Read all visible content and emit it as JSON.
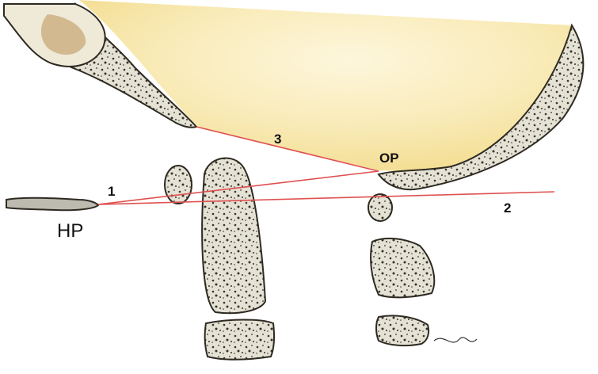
{
  "labels": {
    "line1": "1",
    "line2": "2",
    "line3": "3",
    "opisthion": "OP",
    "hard_palate": "HP"
  },
  "signature": "Hong",
  "colors": {
    "skull_fill": "#f7e6a6",
    "bone_fill": "#e8e6dc",
    "bone_outline": "#2e2a22",
    "bone_speckle": "#3a3226",
    "reference_line": "#e05050"
  }
}
